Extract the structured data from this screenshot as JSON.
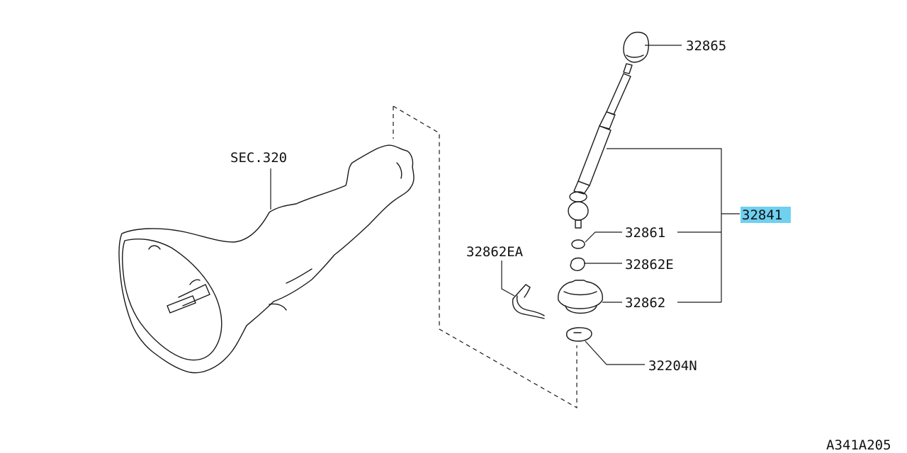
{
  "labels": {
    "sec": "SEC.320",
    "knob": "32865",
    "lever_assy": "32841",
    "bushing": "32861",
    "clip": "32862E",
    "boot": "32862",
    "spring_ring": "32204N",
    "harness": "32862EA",
    "figure_code": "A341A205"
  },
  "colors": {
    "highlight": "#6fd0f0",
    "line": "#1a1a1a"
  }
}
